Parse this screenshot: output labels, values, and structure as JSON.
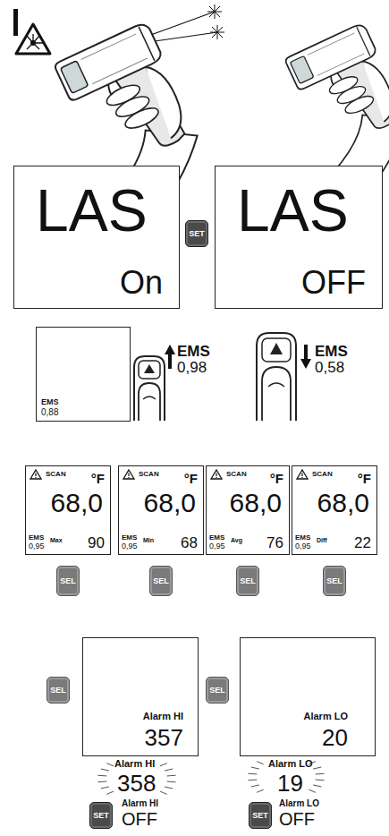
{
  "diagram": {
    "nodes": [
      {
        "text": [
          "LAS",
          "On"
        ]
      },
      {
        "text": [
          "SET"
        ]
      },
      {
        "text": [
          "LAS",
          "OFF"
        ]
      },
      {
        "text": [
          "EMS",
          "0,88"
        ]
      },
      {
        "text": [
          "SCAN",
          "°F",
          "68,0",
          "EMS",
          "0,95",
          "Max",
          "90"
        ]
      },
      {
        "text": [
          "SCAN",
          "°F",
          "68,0",
          "EMS",
          "0,95",
          "Min",
          "68"
        ]
      },
      {
        "text": [
          "SCAN",
          "°F",
          "68,0",
          "EMS",
          "0,95",
          "Avg",
          "76"
        ]
      },
      {
        "text": [
          "SCAN",
          "°F",
          "68,0",
          "EMS",
          "0,95",
          "Diff",
          "22"
        ]
      },
      {
        "text": [
          "SEL"
        ]
      },
      {
        "text": [
          "SEL"
        ]
      },
      {
        "text": [
          "SEL"
        ]
      },
      {
        "text": [
          "SEL"
        ]
      },
      {
        "text": [
          "SEL"
        ]
      },
      {
        "text": [
          "Alarm HI",
          "357"
        ]
      },
      {
        "text": [
          "SEL"
        ]
      },
      {
        "text": [
          "Alarm LO",
          "20"
        ]
      },
      {
        "text": [
          "SET"
        ]
      },
      {
        "text": [
          "SET"
        ]
      }
    ],
    "labels": [
      "EMS",
      "0,98",
      "EMS",
      "0,58",
      "Alarm HI",
      "358",
      "Alarm LO",
      "19",
      "Alarm HI",
      "OFF",
      "Alarm LO",
      "OFF"
    ]
  }
}
